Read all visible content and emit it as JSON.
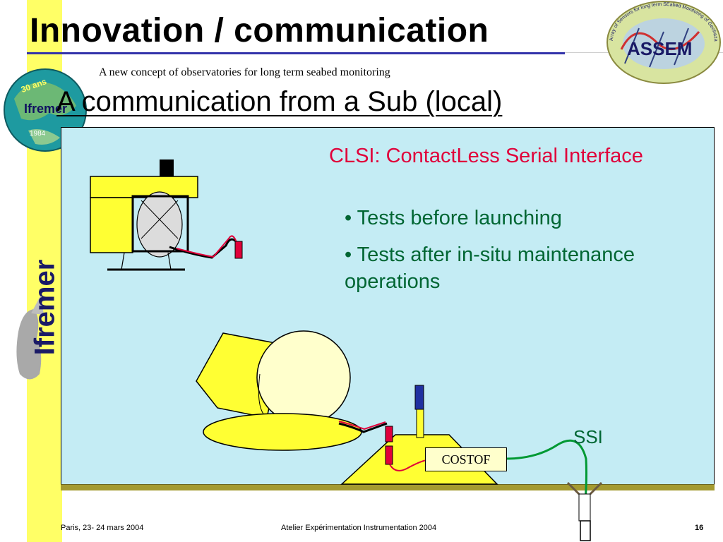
{
  "slide": {
    "title": "Innovation / communication",
    "subtitle": "A new concept of observatories for long term seabed monitoring",
    "heading": "A  communication from a Sub (local)",
    "stripe_label": "Ifremer"
  },
  "logos": {
    "left_name": "Ifremer",
    "left_top_text": "30 ans",
    "left_year": "1984",
    "right_name": "ASSEM",
    "right_ring_text": "Array of Sensors for long term SEabed Monitoring of Geohazards"
  },
  "diagram": {
    "clsi_title": "CLSI: ContactLess Serial Interface",
    "bullets": [
      "• Tests before launching",
      "• Tests after in-situ maintenance operations"
    ],
    "ssi_label": "SSI",
    "costof_label": "COSTOF"
  },
  "footer": {
    "left": "Paris, 23- 24 mars 2004",
    "center": "Atelier Expérimentation Instrumentation 2004",
    "page": "16"
  },
  "colors": {
    "stripe": "#ffff66",
    "panel": "#c4ecf4",
    "clsi_red": "#e0003a",
    "bullet_green": "#006633",
    "equipment_yellow": "#ffff33",
    "title_rule": "#3333aa"
  }
}
